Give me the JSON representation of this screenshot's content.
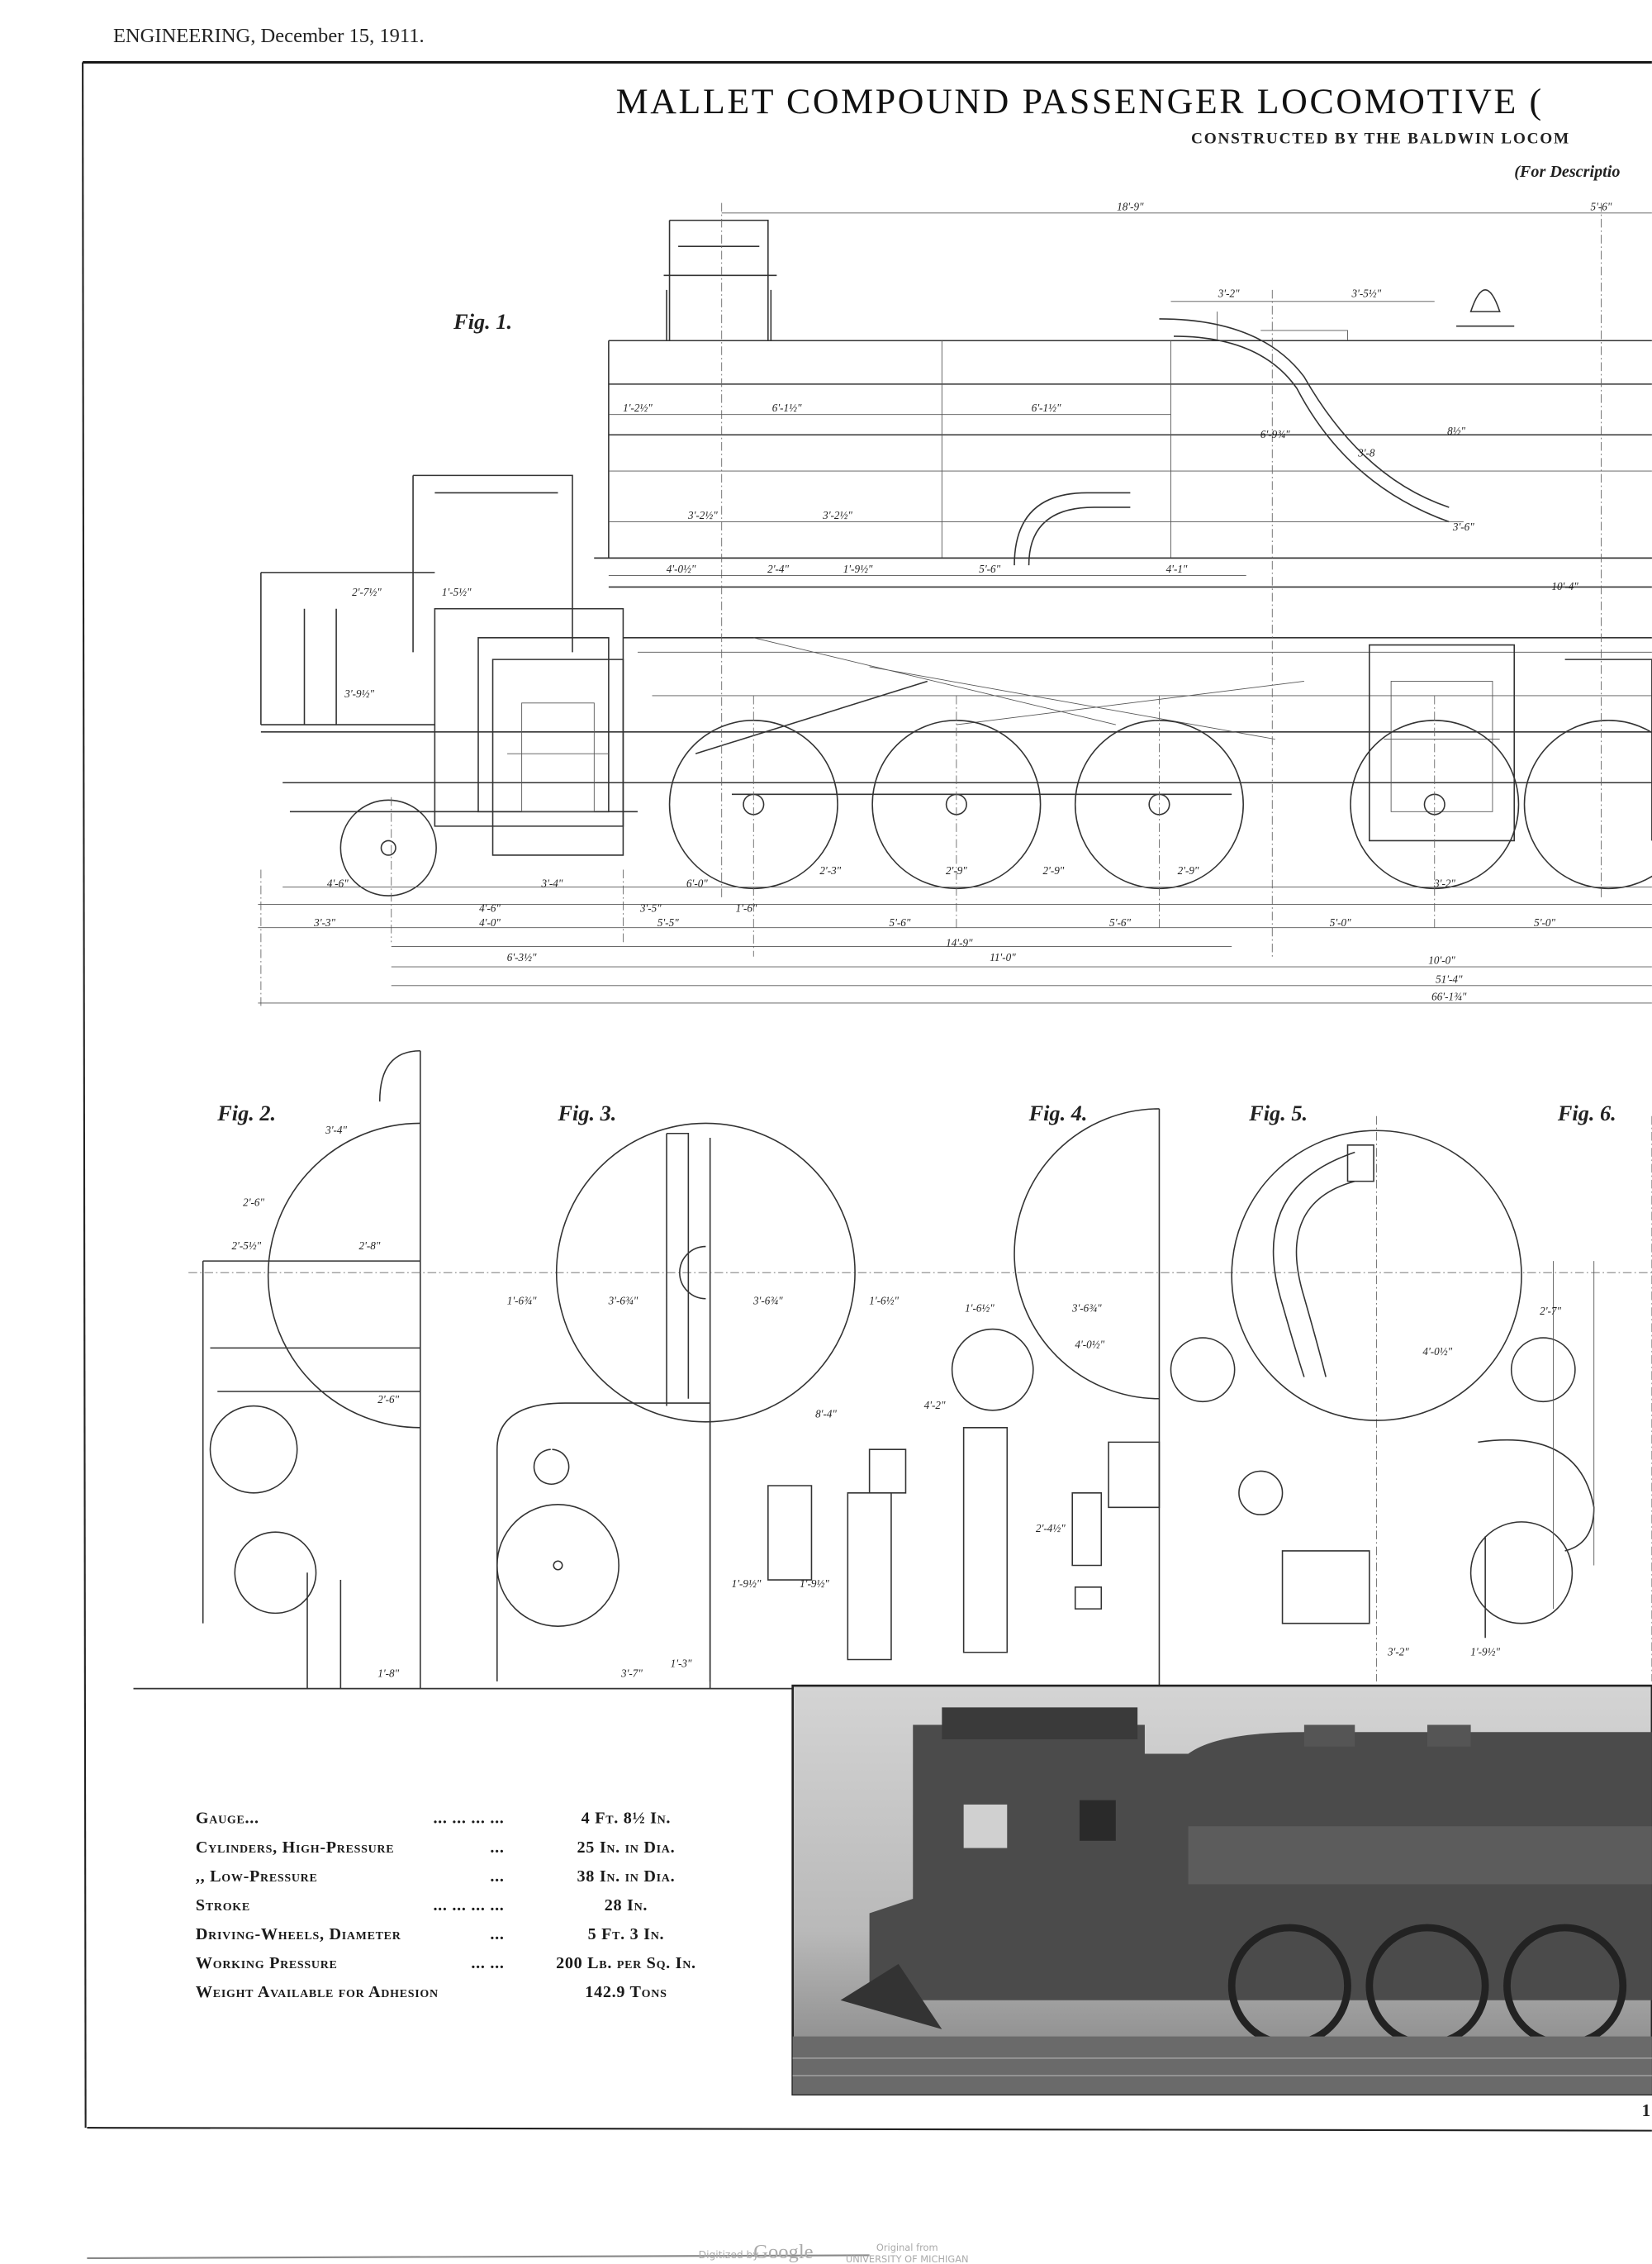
{
  "header": {
    "running_head": "ENGINEERING, December 15, 1911."
  },
  "title": {
    "main": "MALLET COMPOUND PASSENGER LOCOMOTIVE (",
    "subtitle": "CONSTRUCTED BY THE BALDWIN LOCOM",
    "note": "(For Descriptio"
  },
  "figures": {
    "fig1": "Fig. 1.",
    "fig2": "Fig. 2.",
    "fig3": "Fig. 3.",
    "fig4": "Fig. 4.",
    "fig5": "Fig. 5.",
    "fig6": "Fig. 6."
  },
  "fig1_dims": [
    "18'-9\"",
    "5'-6\"",
    "3'-2\"",
    "3'-5½\"",
    "1'-2½\"",
    "6'-1½\"",
    "6'-1½\"",
    "6'-9¾\"",
    "3'-8",
    "8½\"",
    "3'-2½\"",
    "3'-2½\"",
    "4'-0½\"",
    "2'-4\"",
    "1'-9½\"",
    "5'-6\"",
    "4'-1\"",
    "3'-6\"",
    "10'-4\"",
    "2'-7½\"",
    "1'-5½\"",
    "3'-9½\"",
    "4'-6\"",
    "3'-4\"",
    "6'-0\"",
    "2'-3\"",
    "2'-9\"",
    "2'-9\"",
    "2'-9\"",
    "3'-2\"",
    "3'-3\"",
    "4'-6\"",
    "4'-0\"",
    "3'-5\"",
    "5'-5\"",
    "1'-6\"",
    "5'-6\"",
    "5'-6\"",
    "5'-0\"",
    "5'-0\"",
    "14'-9\"",
    "6'-3½\"",
    "11'-0\"",
    "10'-0\"",
    "51'-4\"",
    "66'-1¾\""
  ],
  "section_dims": [
    "3'-4\"",
    "2'-6\"",
    "2'-5½\"",
    "2'-8\"",
    "2'-6\"",
    "1'-6¾\"",
    "3'-6¾\"",
    "3'-6¾\"",
    "1'-6½\"",
    "1'-6½\"",
    "3'-6¾\"",
    "4'-0½\"",
    "4'-2\"",
    "4'-0½\"",
    "2'-7\"",
    "3'-2\"",
    "1'-9½\"",
    "1'-8\"",
    "3'-7\"",
    "1'-3\"",
    "1'-9½\"",
    "1'-9½\"",
    "8'-4\"",
    "2'-4½\""
  ],
  "specs": [
    {
      "label": "Gauge...",
      "leader": "...      ...      ...      ...",
      "value": "4 Ft. 8½ In."
    },
    {
      "label": "Cylinders, High-Pressure",
      "leader": "...",
      "value": "25 In. in Dia."
    },
    {
      "label": ",,        Low-Pressure",
      "leader": "...",
      "value": "38 In. in Dia."
    },
    {
      "label": "Stroke",
      "leader": "...      ...      ...      ...",
      "value": "28 In."
    },
    {
      "label": "Driving-Wheels, Diameter",
      "leader": "...",
      "value": "5 Ft. 3 In."
    },
    {
      "label": "Working Pressure",
      "leader": "...      ...",
      "value": "200 Lb. per Sq. In."
    },
    {
      "label": "Weight Available for Adhesion",
      "leader": "",
      "value": "142.9 Tons"
    }
  ],
  "page_marker": "1",
  "watermark": {
    "digitized": "Digitized by",
    "google": "Google",
    "original": "Original from",
    "university": "UNIVERSITY OF MICHIGAN"
  }
}
